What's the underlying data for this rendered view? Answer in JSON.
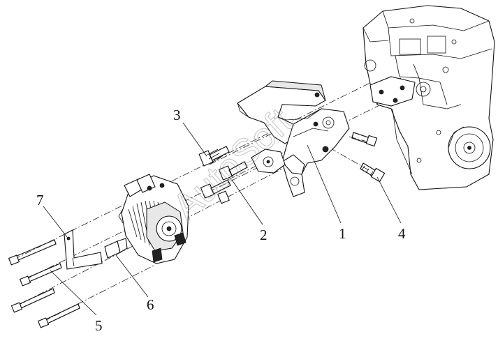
{
  "callouts": [
    {
      "id": "1",
      "label": "1"
    },
    {
      "id": "2",
      "label": "2"
    },
    {
      "id": "3",
      "label": "3"
    },
    {
      "id": "4",
      "label": "4"
    },
    {
      "id": "5",
      "label": "5"
    },
    {
      "id": "6",
      "label": "6"
    },
    {
      "id": "7",
      "label": "7"
    }
  ],
  "watermark": "AutoSoft",
  "colors": {
    "line": "#111111",
    "background": "#ffffff",
    "watermark": "#9a9a9a"
  }
}
